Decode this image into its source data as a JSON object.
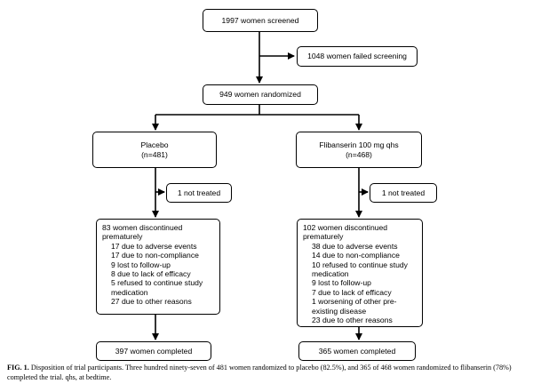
{
  "screened": "1997 women screened",
  "failed": "1048 women failed screening",
  "randomized": "949 women randomized",
  "placebo": {
    "title": "Placebo",
    "n": "(n=481)",
    "not_treated": "1 not treated",
    "discontinued_head": "83 women discontinued prematurely",
    "reasons": [
      "17 due to adverse events",
      "17 due to non-compliance",
      "9 lost to follow-up",
      "8 due to lack of efficacy",
      "5 refused to continue study medication",
      "27 due to other reasons"
    ],
    "completed": "397 women completed"
  },
  "flibanserin": {
    "title": "Flibanserin 100 mg qhs",
    "n": "(n=468)",
    "not_treated": "1 not treated",
    "discontinued_head": "102 women discontinued prematurely",
    "reasons": [
      "38 due to adverse events",
      "14 due to non-compliance",
      "10 refused to continue study medication",
      "9 lost to follow-up",
      "7 due to lack of efficacy",
      "1 worsening of other pre-existing disease",
      "23 due to other reasons"
    ],
    "completed": "365 women completed"
  },
  "caption": {
    "label": "FIG. 1.",
    "text": "Disposition of trial participants. Three hundred ninety-seven of 481 women randomized to placebo (82.5%), and 365 of 468 women randomized to flibanserin (78%) completed the trial. qhs, at bedtime."
  }
}
